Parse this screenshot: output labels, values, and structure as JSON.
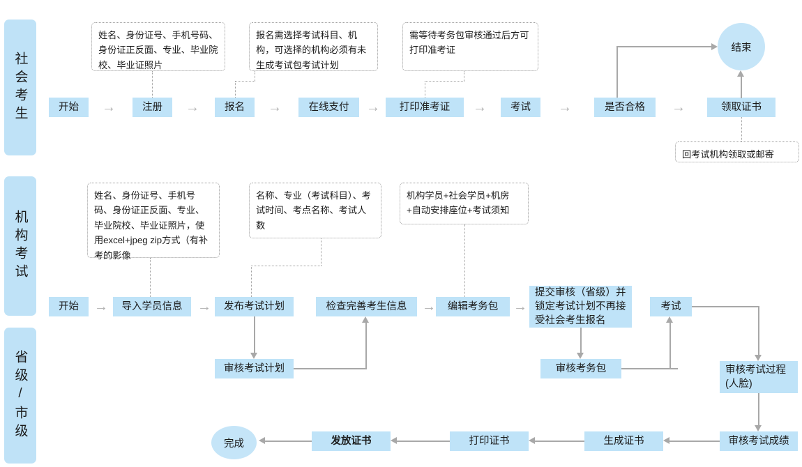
{
  "lanes": [
    {
      "label": "社会考生"
    },
    {
      "label": "机构考试"
    },
    {
      "label": "省级/市级"
    }
  ],
  "row1": {
    "nodes": [
      {
        "label": "开始"
      },
      {
        "label": "注册"
      },
      {
        "label": "报名"
      },
      {
        "label": "在线支付"
      },
      {
        "label": "打印准考证"
      },
      {
        "label": "考试"
      },
      {
        "label": "是否合格"
      },
      {
        "label": "领取证书"
      }
    ],
    "end_circle": "结束",
    "notes": [
      {
        "label": "姓名、身份证号、手机号码、身份证正反面、专业、毕业院校、毕业证照片"
      },
      {
        "label": "报名需选择考试科目、机构，可选择的机构必须有未生成考试包考试计划"
      },
      {
        "label": "需等待考务包审核通过后方可打印准考证"
      },
      {
        "label": "回考试机构领取或邮寄"
      }
    ]
  },
  "row2": {
    "nodes": [
      {
        "label": "开始"
      },
      {
        "label": "导入学员信息"
      },
      {
        "label": "发布考试计划"
      },
      {
        "label": "检查完善考生信息"
      },
      {
        "label": "编辑考务包"
      },
      {
        "label": "提交审核（省级）并锁定考试计划不再接受社会考生报名"
      },
      {
        "label": "考试"
      },
      {
        "label": "审核考试计划"
      },
      {
        "label": "审核考务包"
      },
      {
        "label": "审核考试过程(人脸)"
      },
      {
        "label": "审核考试成绩"
      }
    ],
    "notes": [
      {
        "label": "姓名、身份证号、手机号码、身份证正反面、专业、毕业院校、毕业证照片，使用excel+jpeg zip方式（有补考的影像"
      },
      {
        "label": "名称、专业（考试科目）、考试时间、考点名称、考试人数"
      },
      {
        "label": "机构学员+社会学员+机房+自动安排座位+考试须知"
      }
    ]
  },
  "row3": {
    "nodes": [
      {
        "label": "生成证书"
      },
      {
        "label": "打印证书"
      },
      {
        "label": "发放证书"
      }
    ],
    "done_circle": "完成"
  },
  "symbols": {
    "step_arrow": "→"
  },
  "colors": {
    "node_fill": "#bfe3f8",
    "lane_fill": "#bfe2f7",
    "circle_fill": "#c5e5f8",
    "connector": "#a8a8a8",
    "note_border": "#9a9a9a",
    "text": "#1b1b1b"
  }
}
